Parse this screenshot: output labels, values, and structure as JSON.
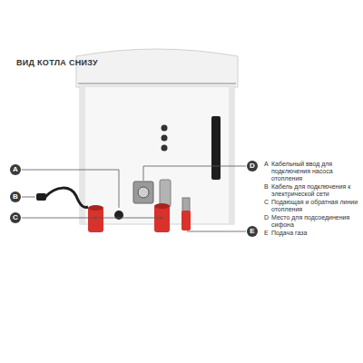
{
  "diagram": {
    "title": "ВИД КОТЛА СНИЗУ",
    "nodes": [
      {
        "text": [
          "A"
        ]
      },
      {
        "text": [
          "B"
        ]
      },
      {
        "text": [
          "C"
        ]
      },
      {
        "text": [
          "D"
        ]
      },
      {
        "text": [
          "E"
        ]
      }
    ],
    "labels": [
      "A",
      "Кабельный ввод для подключения насоса отопления",
      "B",
      "Кабель для подключения к электрической сети",
      "C",
      "Подающая и обратная линии отопления",
      "D",
      "Место для подсоединения сифона",
      "E",
      "Подача газа"
    ]
  }
}
